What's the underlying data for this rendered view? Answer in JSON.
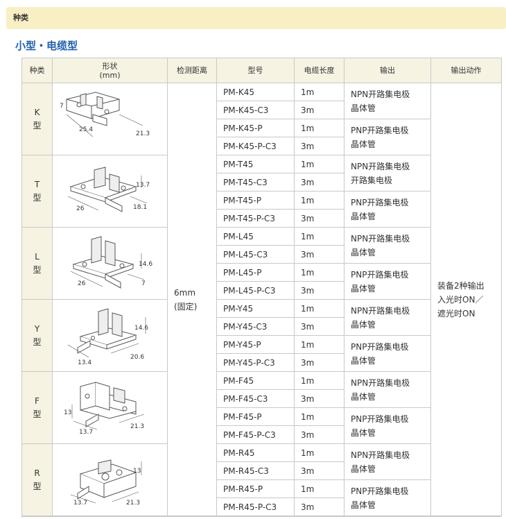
{
  "section_title": "种类",
  "subtitle": "小型・电缆型",
  "headers": {
    "kind": "种类",
    "shape_line1": "形状",
    "shape_line2": "(mm)",
    "range": "检测距离",
    "model": "型号",
    "cable": "电缆长度",
    "output": "输出",
    "action": "输出动作"
  },
  "range": {
    "line1": "6mm",
    "line2": "(固定)"
  },
  "action": {
    "line1": "装备2种输出",
    "line2": "入光时ON／",
    "line3": "遮光时ON"
  },
  "groups": [
    {
      "letter": "K",
      "suffix": "型",
      "dims": [
        "25.4",
        "21.3",
        "7"
      ],
      "rows": [
        {
          "model": "PM-K45",
          "cable": "1m"
        },
        {
          "model": "PM-K45-C3",
          "cable": "3m"
        },
        {
          "model": "PM-K45-P",
          "cable": "1m"
        },
        {
          "model": "PM-K45-P-C3",
          "cable": "3m"
        }
      ],
      "outputs": [
        [
          "NPN开路集电极",
          "晶体管"
        ],
        [
          "PNP开路集电极",
          "晶体管"
        ]
      ]
    },
    {
      "letter": "T",
      "suffix": "型",
      "dims": [
        "26",
        "18.1",
        "13.7"
      ],
      "rows": [
        {
          "model": "PM-T45",
          "cable": "1m"
        },
        {
          "model": "PM-T45-C3",
          "cable": "3m"
        },
        {
          "model": "PM-T45-P",
          "cable": "1m"
        },
        {
          "model": "PM-T45-P-C3",
          "cable": "3m"
        }
      ],
      "outputs": [
        [
          "NPN开路集电极",
          "开路集电极"
        ],
        [
          "PNP开路集电极",
          "晶体管"
        ]
      ]
    },
    {
      "letter": "L",
      "suffix": "型",
      "dims": [
        "26",
        "7",
        "14.6"
      ],
      "rows": [
        {
          "model": "PM-L45",
          "cable": "1m"
        },
        {
          "model": "PM-L45-C3",
          "cable": "3m"
        },
        {
          "model": "PM-L45-P",
          "cable": "1m"
        },
        {
          "model": "PM-L45-P-C3",
          "cable": "3m"
        }
      ],
      "outputs": [
        [
          "NPN开路集电极",
          "晶体管"
        ],
        [
          "PNP开路集电极",
          "晶体管"
        ]
      ]
    },
    {
      "letter": "Y",
      "suffix": "型",
      "dims": [
        "13.4",
        "20.6",
        "14.6"
      ],
      "rows": [
        {
          "model": "PM-Y45",
          "cable": "1m"
        },
        {
          "model": "PM-Y45-C3",
          "cable": "3m"
        },
        {
          "model": "PM-Y45-P",
          "cable": "1m"
        },
        {
          "model": "PM-Y45-P-C3",
          "cable": "3m"
        }
      ],
      "outputs": [
        [
          "NPN开路集电极",
          "晶体管"
        ],
        [
          "PNP开路集电极",
          "晶体管"
        ]
      ]
    },
    {
      "letter": "F",
      "suffix": "型",
      "dims": [
        "13.7",
        "21.3",
        "13"
      ],
      "rows": [
        {
          "model": "PM-F45",
          "cable": "1m"
        },
        {
          "model": "PM-F45-C3",
          "cable": "3m"
        },
        {
          "model": "PM-F45-P",
          "cable": "1m"
        },
        {
          "model": "PM-F45-P-C3",
          "cable": "3m"
        }
      ],
      "outputs": [
        [
          "NPN开路集电极",
          "晶体管"
        ],
        [
          "PNP开路集电极",
          "晶体管"
        ]
      ]
    },
    {
      "letter": "R",
      "suffix": "型",
      "dims": [
        "13.7",
        "21.3",
        "13"
      ],
      "rows": [
        {
          "model": "PM-R45",
          "cable": "1m"
        },
        {
          "model": "PM-R45-C3",
          "cable": "3m"
        },
        {
          "model": "PM-R45-P",
          "cable": "1m"
        },
        {
          "model": "PM-R45-P-C3",
          "cable": "3m"
        }
      ],
      "outputs": [
        [
          "NPN开路集电极",
          "晶体管"
        ],
        [
          "PNP开路集电极",
          "晶体管"
        ]
      ]
    }
  ]
}
